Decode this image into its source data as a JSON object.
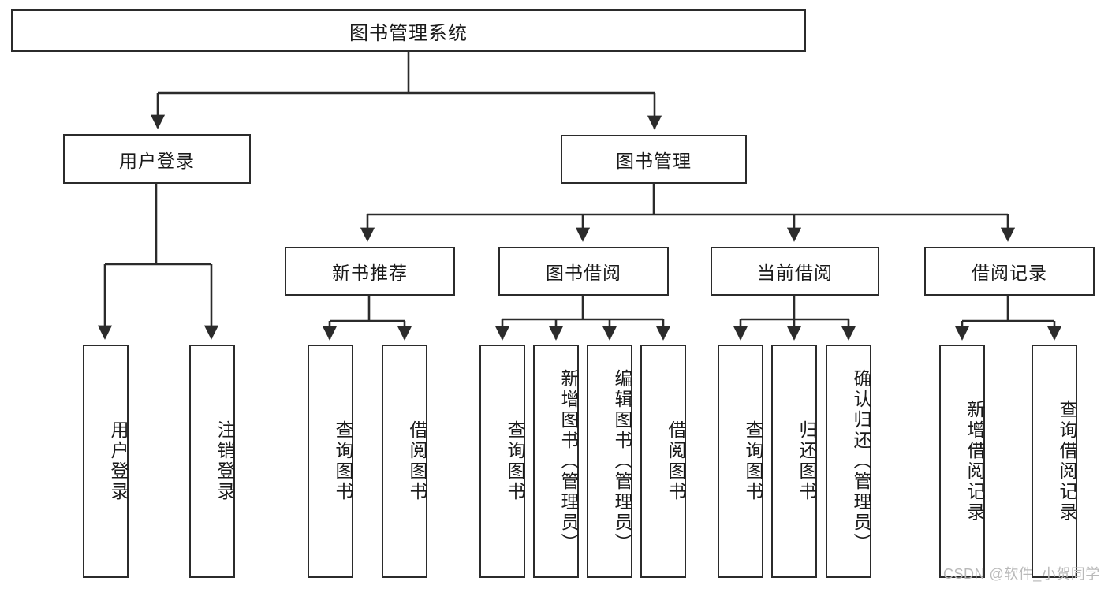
{
  "diagram": {
    "type": "hierarchy-tree",
    "title": "图书管理系统",
    "root": {
      "label": "图书管理系统"
    },
    "level1": [
      {
        "id": "user-login",
        "label": "用户登录"
      },
      {
        "id": "book-management",
        "label": "图书管理"
      }
    ],
    "level2": [
      {
        "id": "new-book-recommend",
        "label": "新书推荐",
        "parent": "book-management"
      },
      {
        "id": "book-borrow",
        "label": "图书借阅",
        "parent": "book-management"
      },
      {
        "id": "current-borrow",
        "label": "当前借阅",
        "parent": "book-management"
      },
      {
        "id": "borrow-record",
        "label": "借阅记录",
        "parent": "book-management"
      }
    ],
    "leaves": [
      {
        "id": "leaf-user-login",
        "label": "用户登录",
        "parent": "user-login"
      },
      {
        "id": "leaf-logout-login",
        "label": "注销登录",
        "parent": "user-login"
      },
      {
        "id": "leaf-query-book-1",
        "label": "查询图书",
        "parent": "new-book-recommend"
      },
      {
        "id": "leaf-borrow-book-1",
        "label": "借阅图书",
        "parent": "new-book-recommend"
      },
      {
        "id": "leaf-query-book-2",
        "label": "查询图书",
        "parent": "book-borrow"
      },
      {
        "id": "leaf-add-book",
        "label": "新增图书（管理员）",
        "parent": "book-borrow"
      },
      {
        "id": "leaf-edit-book",
        "label": "编辑图书（管理员）",
        "parent": "book-borrow"
      },
      {
        "id": "leaf-borrow-book-2",
        "label": "借阅图书",
        "parent": "book-borrow"
      },
      {
        "id": "leaf-query-book-3",
        "label": "查询图书",
        "parent": "current-borrow"
      },
      {
        "id": "leaf-return-book",
        "label": "归还图书",
        "parent": "current-borrow"
      },
      {
        "id": "leaf-confirm-return",
        "label": "确认归还（管理员）",
        "parent": "current-borrow"
      },
      {
        "id": "leaf-add-borrow-record",
        "label": "新增借阅记录",
        "parent": "borrow-record"
      },
      {
        "id": "leaf-query-borrow-record",
        "label": "查询借阅记录",
        "parent": "borrow-record"
      }
    ]
  },
  "watermark": {
    "text": "CSDN @软件_小贺同学"
  },
  "colors": {
    "background": "#ffffff",
    "box_fill": "#ffffff",
    "box_stroke": "#2b2b2b",
    "text": "#1a1a1a",
    "watermark": "#b9b9b9"
  }
}
